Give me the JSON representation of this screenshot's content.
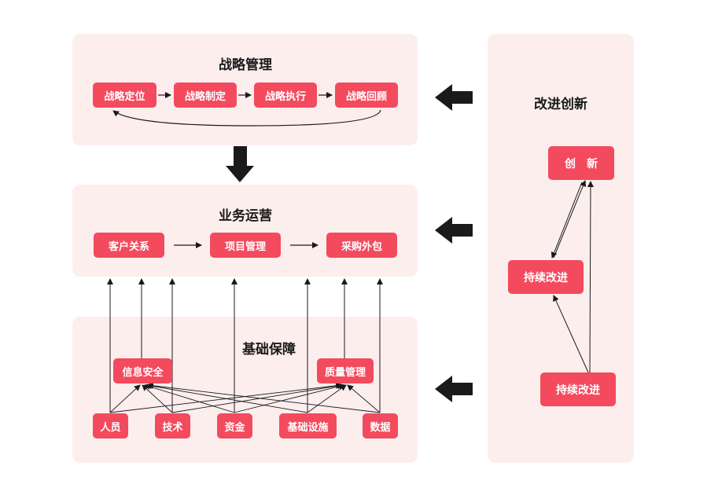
{
  "strategy": {
    "title": "战略管理",
    "steps": [
      "战略定位",
      "战略制定",
      "战略执行",
      "战略回顾"
    ]
  },
  "operations": {
    "title": "业务运营",
    "items": [
      "客户关系",
      "项目管理",
      "采购外包"
    ]
  },
  "foundation": {
    "title": "基础保障",
    "mid": [
      "信息安全",
      "质量管理"
    ],
    "base": [
      "人员",
      "技术",
      "资金",
      "基础设施",
      "数据"
    ]
  },
  "improvement": {
    "title": "改进创新",
    "innovation": "创　新",
    "continuous_upper": "持续改进",
    "continuous_lower": "持续改进"
  },
  "colors": {
    "panel": "#fdeeee",
    "box": "#f34a5e",
    "arrow": "#1a1a1a"
  }
}
